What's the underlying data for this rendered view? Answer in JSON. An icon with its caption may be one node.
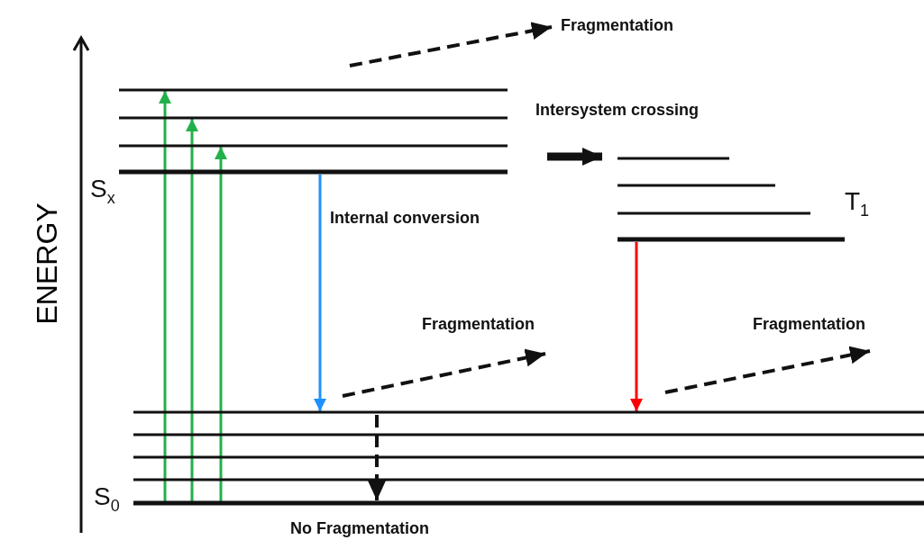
{
  "diagram": {
    "nodes": [
      {
        "text": [
          "S$_{x}$"
        ]
      },
      {
        "text": [
          "Fragmentation"
        ]
      },
      {
        "text": [
          "T$_{1}$"
        ]
      },
      {
        "text": [
          "Fragmentation"
        ]
      },
      {
        "text": [
          "Fragmentation"
        ]
      },
      {
        "text": [
          "S$_{0}$"
        ]
      },
      {
        "text": [
          "No Fragmentation"
        ]
      }
    ],
    "edges": [
      {
        "from": 5,
        "to": 0,
        "arrow": "to",
        "color": "#22b04b"
      },
      {
        "from": 5,
        "to": 0,
        "arrow": "to",
        "color": "#22b04b"
      },
      {
        "from": 5,
        "to": 0,
        "arrow": "to",
        "color": "#22b04b"
      },
      {
        "from": 0,
        "to": 1,
        "arrow": "to",
        "style": "dashed"
      },
      {
        "from": 0,
        "to": 2,
        "arrow": "to",
        "style": "thick",
        "label": "Intersystem crossing"
      },
      {
        "from": 0,
        "to": 5,
        "arrow": "to",
        "color": "#1e90ff",
        "label": "Internal conversion"
      },
      {
        "from": 2,
        "to": 5,
        "arrow": "to",
        "color": "#ff0000"
      },
      {
        "from": 5,
        "to": 3,
        "arrow": "to",
        "style": "dashed"
      },
      {
        "from": 5,
        "to": 4,
        "arrow": "to",
        "style": "dashed"
      },
      {
        "from": 5,
        "to": 6,
        "arrow": "to",
        "style": "dashed"
      }
    ],
    "labels": [
      "ENERGY"
    ]
  }
}
